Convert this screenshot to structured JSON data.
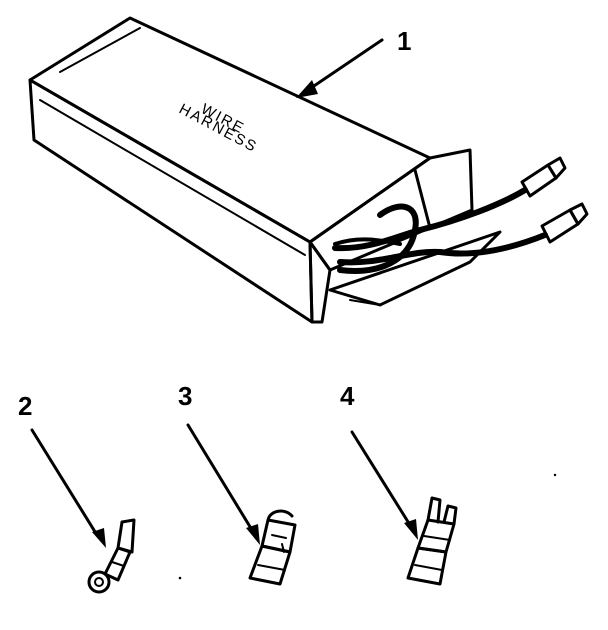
{
  "diagram": {
    "box_label_line1": "WIRE",
    "box_label_line2": "HARNESS",
    "callouts": [
      {
        "id": "1",
        "label": "1",
        "part": "wire-harness"
      },
      {
        "id": "2",
        "label": "2",
        "part": "ring-terminal"
      },
      {
        "id": "3",
        "label": "3",
        "part": "flag-terminal"
      },
      {
        "id": "4",
        "label": "4",
        "part": "spade-terminal"
      }
    ]
  }
}
